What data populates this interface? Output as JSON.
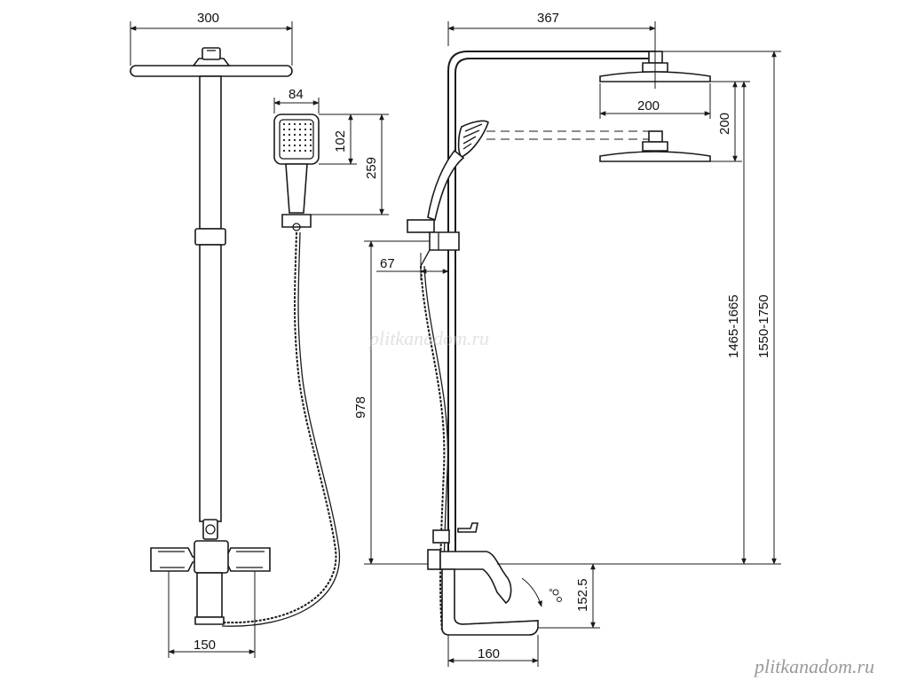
{
  "dimensions": {
    "overhead_width": "300",
    "hand_width": "84",
    "hand_head_height": "102",
    "hand_total_height": "259",
    "mixer_width": "150",
    "side_reach": "367",
    "overhead_side_width": "200",
    "overhead_adjust": "200",
    "holder_offset": "67",
    "mixer_to_holder": "978",
    "height_range_1": "1465-1665",
    "height_range_2": "1550-1750",
    "spout_height": "152.5",
    "spout_reach": "160"
  },
  "watermarks": {
    "center": "plitkanadom.ru",
    "corner": "plitkanadom.ru"
  }
}
